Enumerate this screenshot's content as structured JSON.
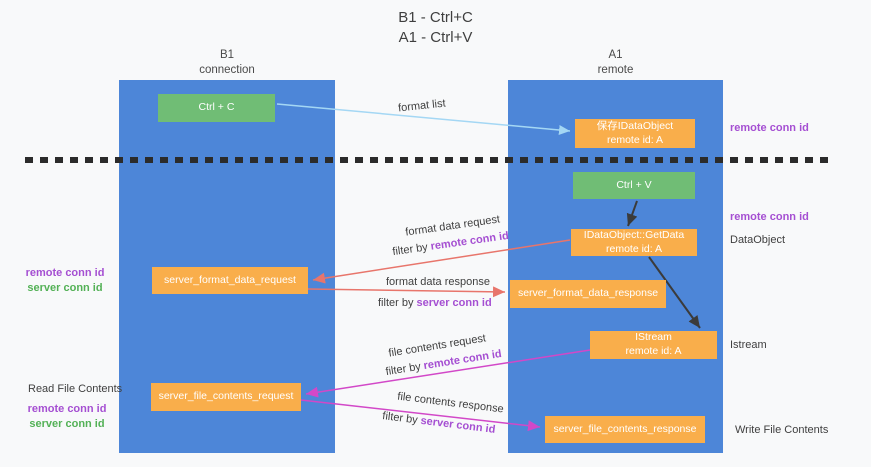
{
  "title": {
    "line1": "B1 - Ctrl+C",
    "line2": "A1 - Ctrl+V"
  },
  "lifelines": {
    "left": {
      "title": "B1",
      "subtitle": "connection"
    },
    "right": {
      "title": "A1",
      "subtitle": "remote"
    }
  },
  "nodes": {
    "ctrl_c": {
      "label": "Ctrl + C"
    },
    "ctrl_v": {
      "label": "Ctrl + V"
    },
    "save_dataobject": {
      "line1": "保存IDataObject",
      "line2": "remote id: A"
    },
    "getdata": {
      "line1": "IDataObject::GetData",
      "line2": "remote id: A"
    },
    "istream": {
      "line1": "IStream",
      "line2": "remote id: A"
    },
    "server_format_data_request": {
      "label": "server_format_data_request"
    },
    "server_format_data_response": {
      "label": "server_format_data_response"
    },
    "server_file_contents_request": {
      "label": "server_file_contents_request"
    },
    "server_file_contents_response": {
      "label": "server_file_contents_response"
    }
  },
  "annotations": {
    "remote_conn_id_top_right": "remote conn id",
    "remote_conn_id_mid_right": "remote conn id",
    "dataobject": "DataObject",
    "istream": "Istream",
    "write_file_contents": "Write File Contents",
    "read_file_contents": "Read File Contents",
    "remote_conn_id_left_1": "remote conn id",
    "server_conn_id_left_1": "server conn id",
    "remote_conn_id_left_2": "remote conn id",
    "server_conn_id_left_2": "server conn id"
  },
  "edges": {
    "format_list": {
      "label": "format list"
    },
    "format_data_request": {
      "label": "format data request",
      "filter_prefix": "filter by",
      "filter_key": "remote conn id"
    },
    "format_data_response": {
      "label": "format data response",
      "filter_prefix": "filter by",
      "filter_key": "server conn id"
    },
    "file_contents_request": {
      "label": "file contents request",
      "filter_prefix": "filter by",
      "filter_key": "remote conn id"
    },
    "file_contents_response": {
      "label": "file contents response",
      "filter_prefix": "filter by",
      "filter_key": "server conn id"
    }
  },
  "colors": {
    "lifeline_blue": "#4d86d8",
    "node_green": "#70bd75",
    "node_orange": "#f9ae4b",
    "conn_purple": "#a54fd2",
    "conn_green": "#53b156",
    "arrow_red": "#e8756b",
    "arrow_magenta": "#d248c8",
    "arrow_lightblue": "#a4d7f4",
    "arrow_black": "#3b3b3b"
  }
}
